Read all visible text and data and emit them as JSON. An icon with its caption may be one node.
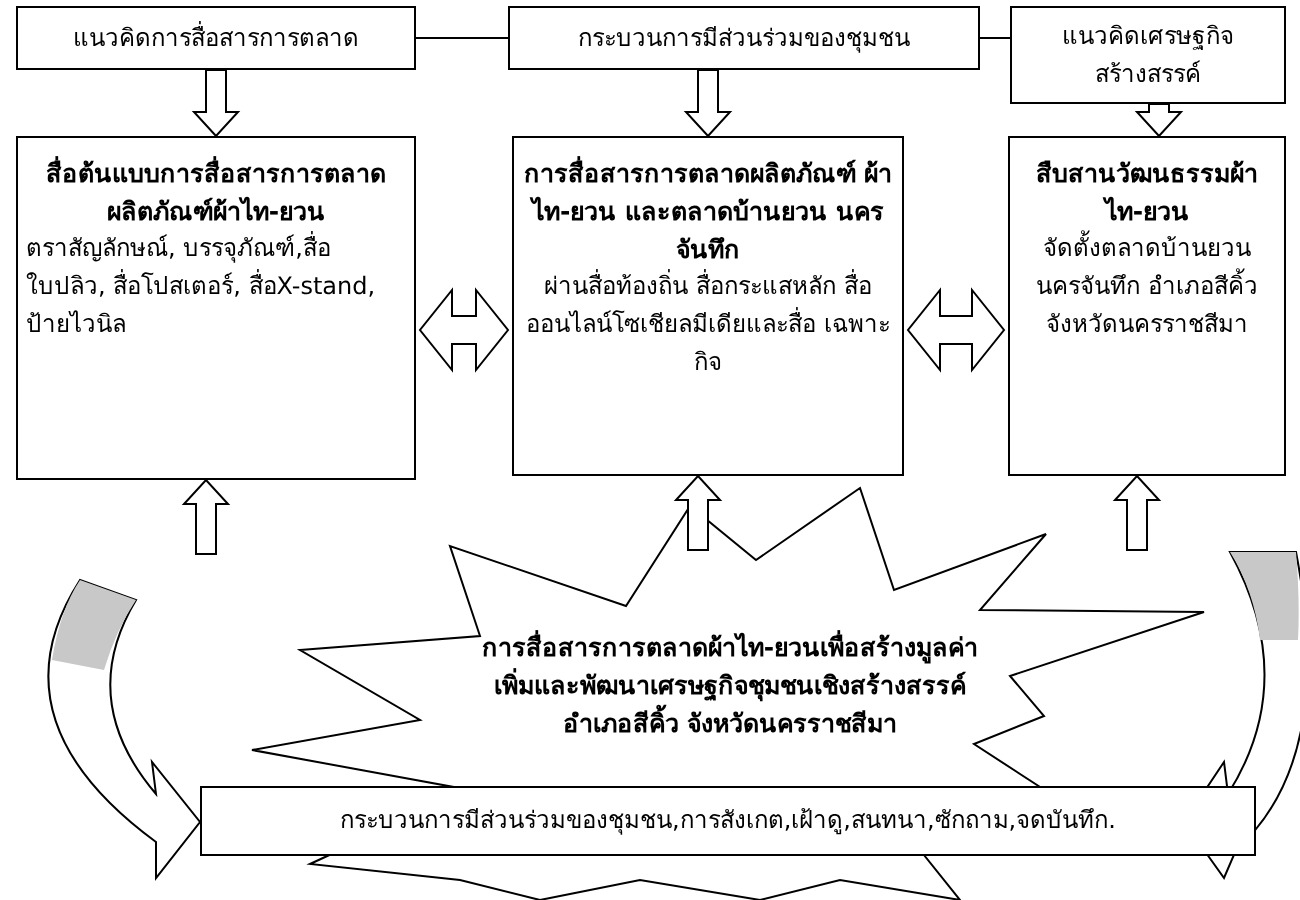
{
  "diagram": {
    "nodes": [
      {
        "text": [
          "แนวคิดการสื่อสารการตลาด"
        ]
      },
      {
        "text": [
          "กระบวนการมีส่วนร่วมของชุมชน"
        ]
      },
      {
        "text": [
          "แนวคิดเศรษฐกิจสร้างสรรค์"
        ]
      },
      {
        "text": [
          "สื่อต้นแบบการสื่อสารการตลาด ผลิตภัณฑ์ผ้าไท-ยวน",
          "ตราสัญลักษณ์, บรรจุภัณฑ์,สื่อ ใบปลิว, สื่อโปสเตอร์, สื่อX-stand, ป้ายไวนิล"
        ]
      },
      {
        "text": [
          "การสื่อสารการตลาดผลิตภัณฑ์ ผ้าไท-ยวน และตลาดบ้านยวน นครจันทึก",
          "ผ่านสื่อท้องถิ่น สื่อกระแสหลัก สื่อออนไลน์โซเชียลมีเดียและสื่อ เฉพาะกิจ"
        ]
      },
      {
        "text": [
          "สืบสานวัฒนธรรมผ้า ไท-ยวน",
          "จัดตั้งตลาดบ้านยวน นครจันทึก อำเภอสีคิ้ว จังหวัดนครราชสีมา"
        ]
      },
      {
        "text": [
          "การสื่อสารการตลาดผ้าไท-ยวนเพื่อสร้างมูลค่าเพิ่มและพัฒนาเศรษฐกิจชุมชนเชิงสร้างสรรค์ อำเภอสีคิ้ว จังหวัดนครราชสีมา"
        ]
      },
      {
        "text": [
          "กระบวนการมีส่วนร่วมของชุมชน,การสังเกต,เฝ้าดู,สนทนา,ซักถาม,จดบันทึก."
        ]
      }
    ],
    "edges": [
      {
        "from": 0,
        "to": 1,
        "arrow": "none"
      },
      {
        "from": 1,
        "to": 2,
        "arrow": "none"
      },
      {
        "from": 0,
        "to": 3,
        "arrow": "to"
      },
      {
        "from": 1,
        "to": 4,
        "arrow": "to"
      },
      {
        "from": 2,
        "to": 5,
        "arrow": "to"
      },
      {
        "from": 3,
        "to": 4,
        "arrow": "both"
      },
      {
        "from": 4,
        "to": 5,
        "arrow": "both"
      },
      {
        "from": 6,
        "to": 3,
        "arrow": "to"
      },
      {
        "from": 6,
        "to": 4,
        "arrow": "to"
      },
      {
        "from": 6,
        "to": 5,
        "arrow": "to"
      },
      {
        "from": null,
        "to": 7,
        "arrow": "to"
      },
      {
        "from": null,
        "to": 7,
        "arrow": "to"
      }
    ]
  }
}
